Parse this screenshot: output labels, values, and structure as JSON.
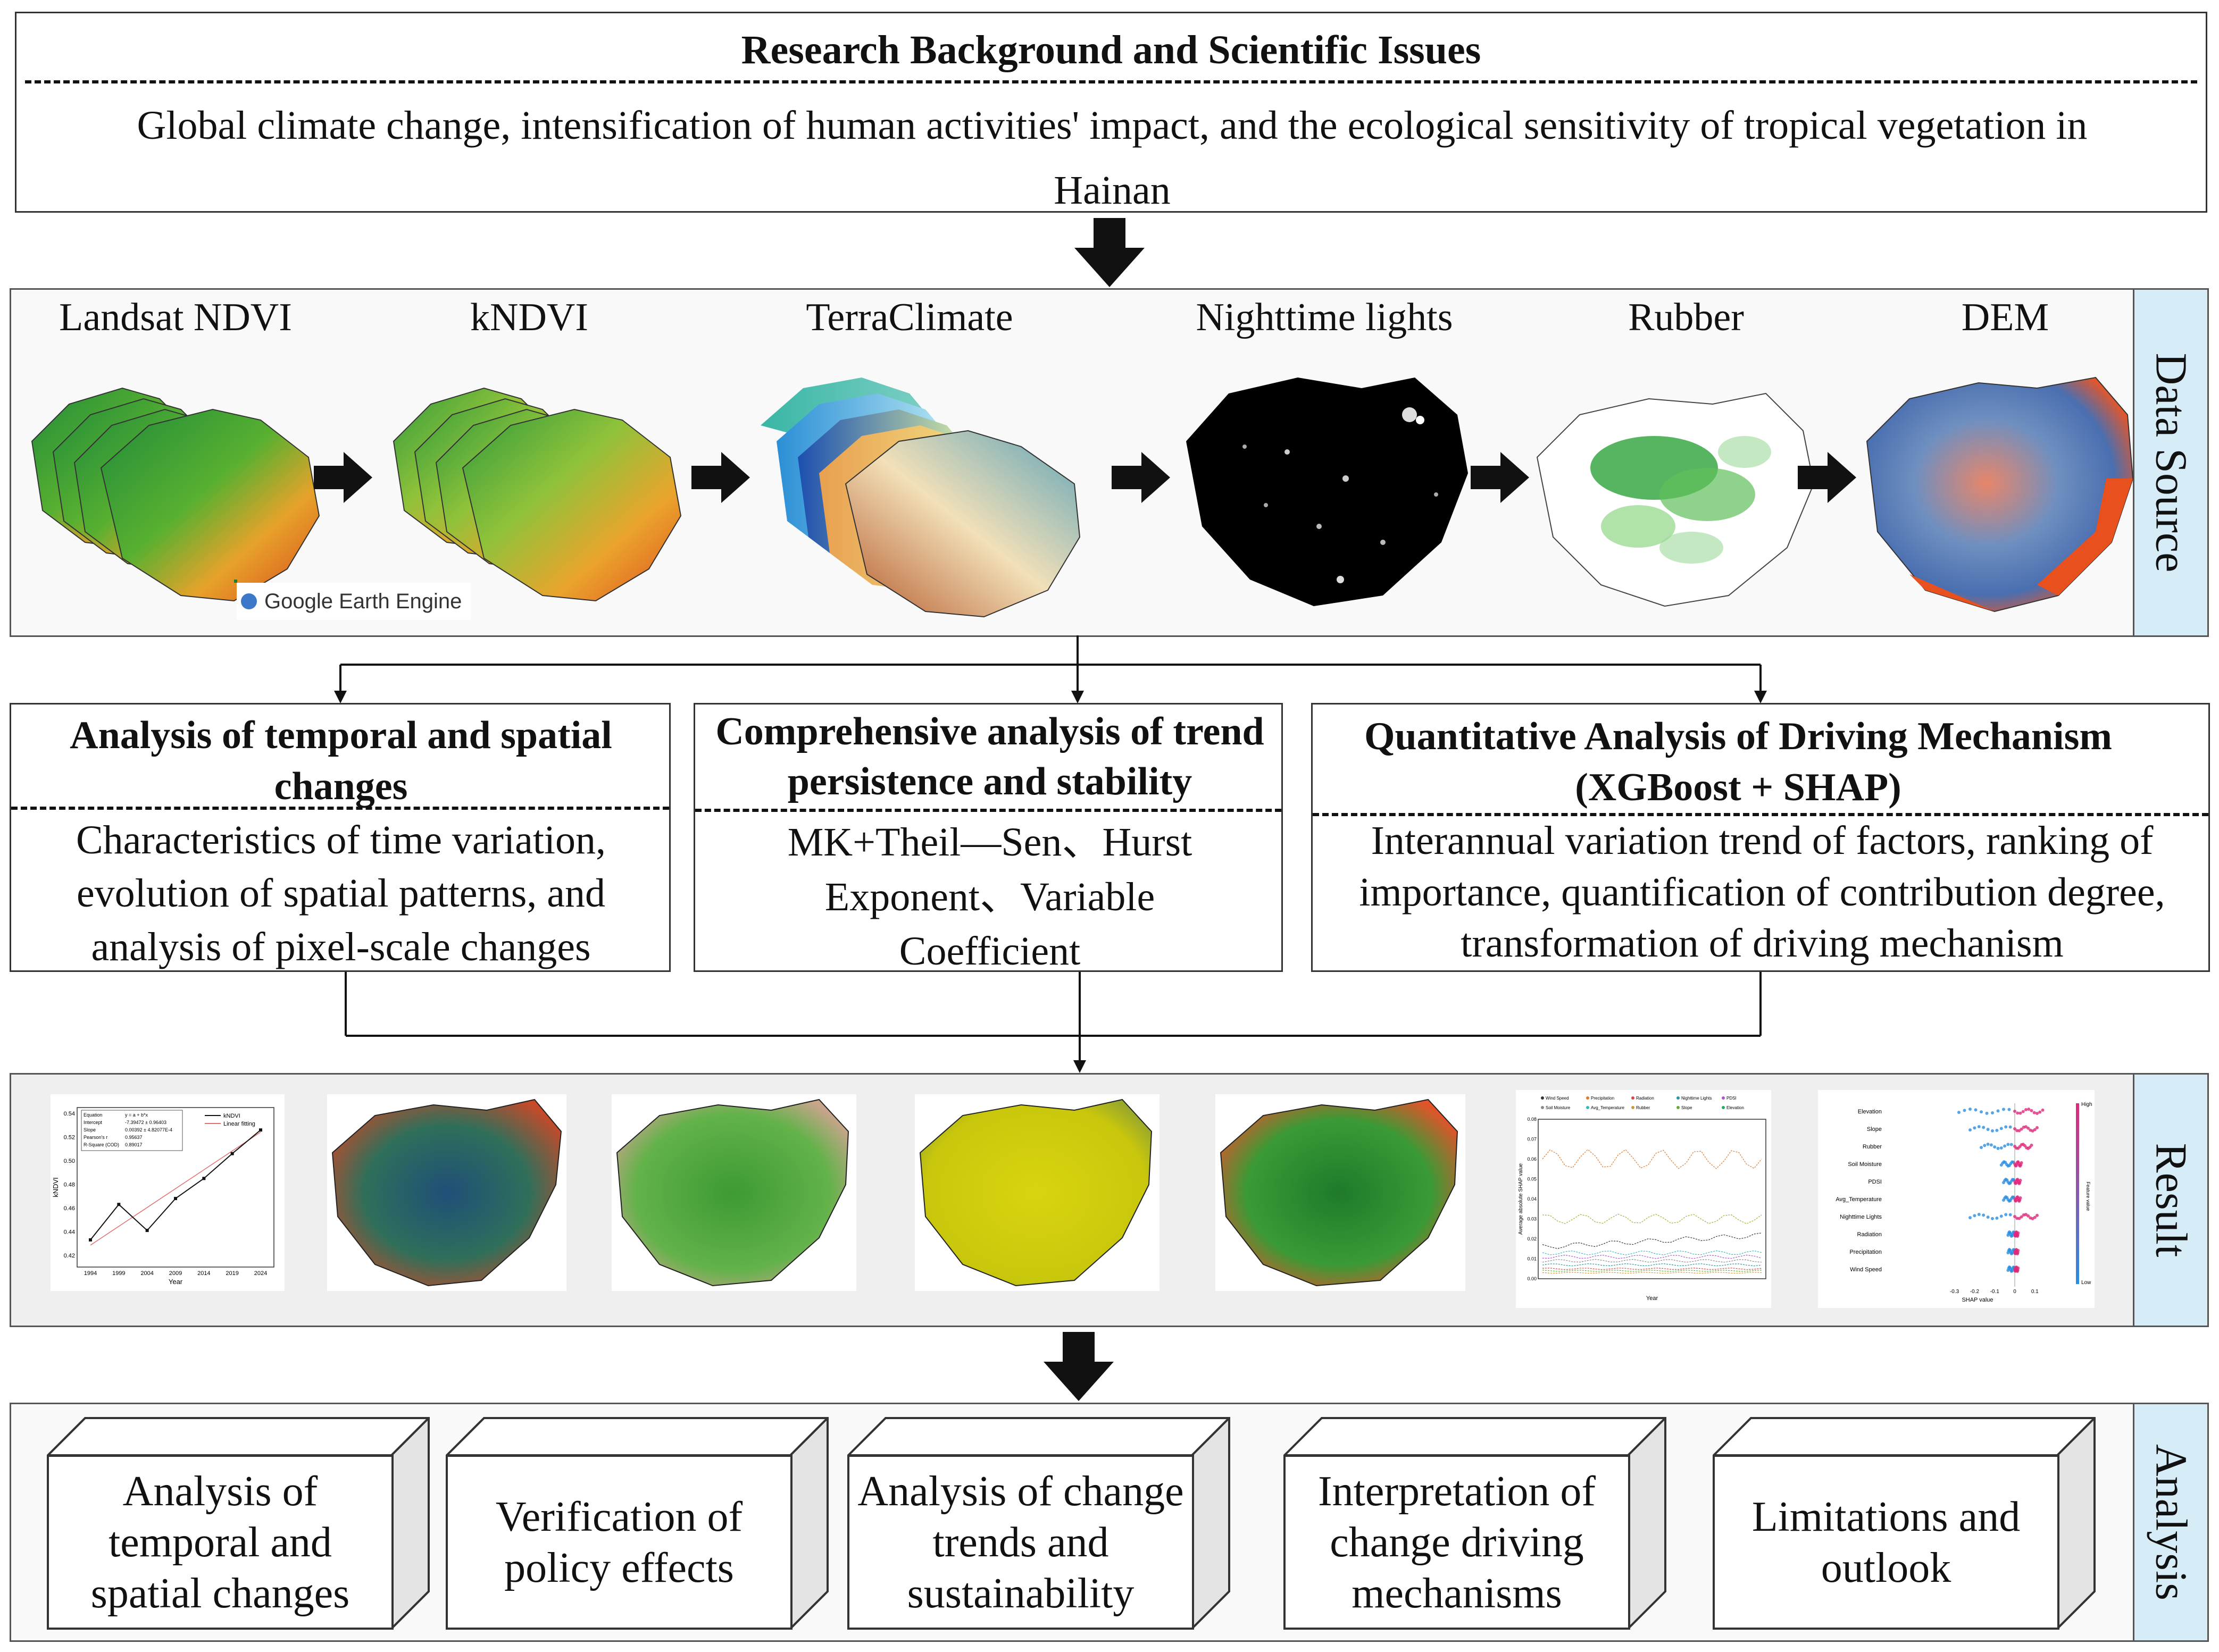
{
  "background": {
    "title": "Research Background and Scientific Issues",
    "text": "Global climate change, intensification of human activities' impact, and the ecological sensitivity of tropical vegetation in Hainan"
  },
  "data_source": {
    "side_label": "Data Source",
    "items": [
      "Landsat NDVI",
      "kNDVI",
      "TerraClimate",
      "Nighttime lights",
      "Rubber",
      "DEM"
    ],
    "gee_label": "Google Earth Engine"
  },
  "analyses": [
    {
      "title": "Analysis of temporal and spatial changes",
      "text": "Characteristics of time variation, evolution of spatial patterns, and analysis of pixel-scale changes"
    },
    {
      "title": "Comprehensive analysis of trend persistence and stability",
      "text": "MK+Theil—Sen、Hurst Exponent、Variable Coefficient"
    },
    {
      "title": "Quantitative Analysis of Driving Mechanism (XGBoost + SHAP)",
      "text": "Interannual variation trend of factors, ranking of importance, quantification of contribution degree, transformation of driving mechanism"
    }
  ],
  "result": {
    "side_label": "Result",
    "line_chart": {
      "legend": [
        "kNDVI",
        "Linear fitting"
      ],
      "xlabel": "Year",
      "ylabel": "kNDVI",
      "x_ticks": [
        "1994",
        "1999",
        "2004",
        "2009",
        "2014",
        "2019",
        "2024"
      ],
      "y_ticks": [
        "0.42",
        "0.44",
        "0.46",
        "0.48",
        "0.50",
        "0.52",
        "0.54"
      ],
      "table": [
        [
          "Equation",
          "y = a + b*x"
        ],
        [
          "Intercept",
          "-7.39472 ± 0.96403"
        ],
        [
          "Slope",
          "0.00392 ± 4.82077E-4"
        ],
        [
          "Pearson's r",
          "0.95637"
        ],
        [
          "R-Square (COD)",
          "0.89017"
        ]
      ]
    },
    "shap_time": {
      "legend": [
        "Wind Speed",
        "Precipitation",
        "Radiation",
        "Nighttime Lights",
        "PDSI",
        "Soil Moisture",
        "Avg_Temperature",
        "Rubber",
        "Slope",
        "Elevation"
      ],
      "ylabel": "Average absolute SHAP value",
      "xlabel": "Year",
      "y_ticks": [
        "0.00",
        "0.01",
        "0.02",
        "0.03",
        "0.04",
        "0.05",
        "0.06",
        "0.07",
        "0.08"
      ]
    },
    "beeswarm": {
      "features": [
        "Elevation",
        "Slope",
        "Rubber",
        "Soil Moisture",
        "PDSI",
        "Avg_Temperature",
        "Nighttime Lights",
        "Radiation",
        "Precipitation",
        "Wind Speed"
      ],
      "xlabel": "SHAP value",
      "x_ticks": [
        "-0.3",
        "-0.2",
        "-0.1",
        "0",
        "0.1"
      ],
      "high": "High",
      "low": "Low",
      "colorbar_label": "Feature value"
    }
  },
  "analysis": {
    "side_label": "Analysis",
    "boxes": [
      "Analysis of temporal and spatial changes",
      "Verification of policy effects",
      "Analysis of change trends and sustainability",
      "Interpretation of change driving mechanisms",
      "Limitations and outlook"
    ]
  },
  "colors": {
    "side_panel": "#d6ecf7",
    "arrow": "#111111",
    "map_green": "#2e8b3a",
    "map_orange": "#e07a2a"
  }
}
